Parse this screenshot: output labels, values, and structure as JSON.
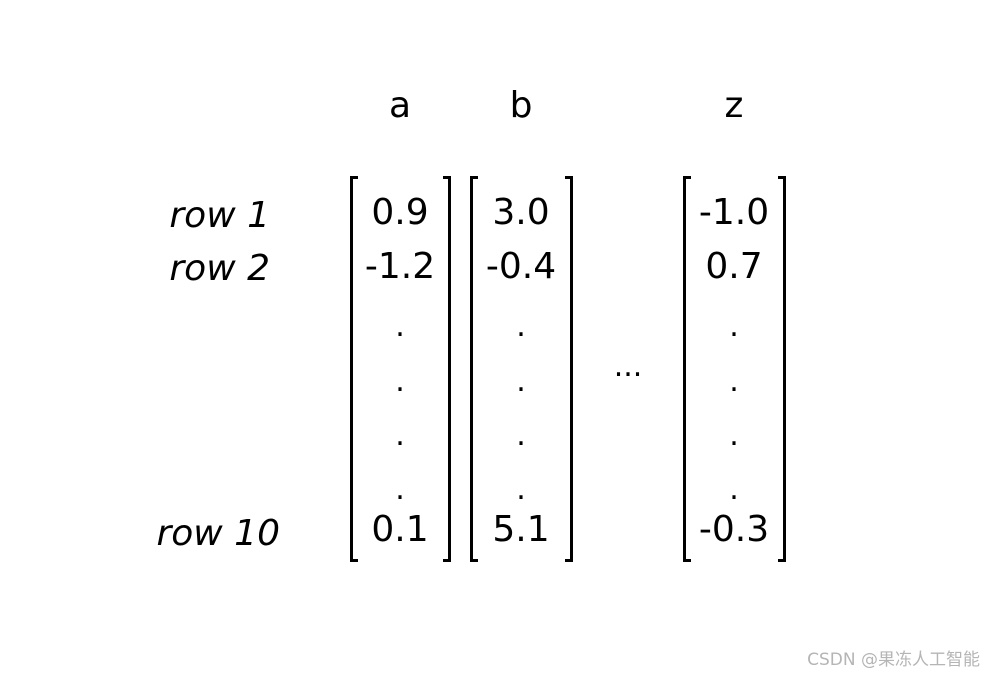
{
  "columns": [
    {
      "header": "a",
      "row1": "0.9",
      "row2": "-1.2",
      "row10": "0.1",
      "dots": [
        ".",
        ".",
        ".",
        "."
      ]
    },
    {
      "header": "b",
      "row1": "3.0",
      "row2": "-0.4",
      "row10": "5.1",
      "dots": [
        ".",
        ".",
        ".",
        "."
      ]
    },
    {
      "header": "z",
      "row1": "-1.0",
      "row2": "0.7",
      "row10": "-0.3",
      "dots": [
        ".",
        ".",
        ".",
        "."
      ]
    }
  ],
  "rows": {
    "row1": "row 1",
    "row2": "row 2",
    "row10": "row 10"
  },
  "ellipsis": "...",
  "watermark": "CSDN @果冻人工智能"
}
